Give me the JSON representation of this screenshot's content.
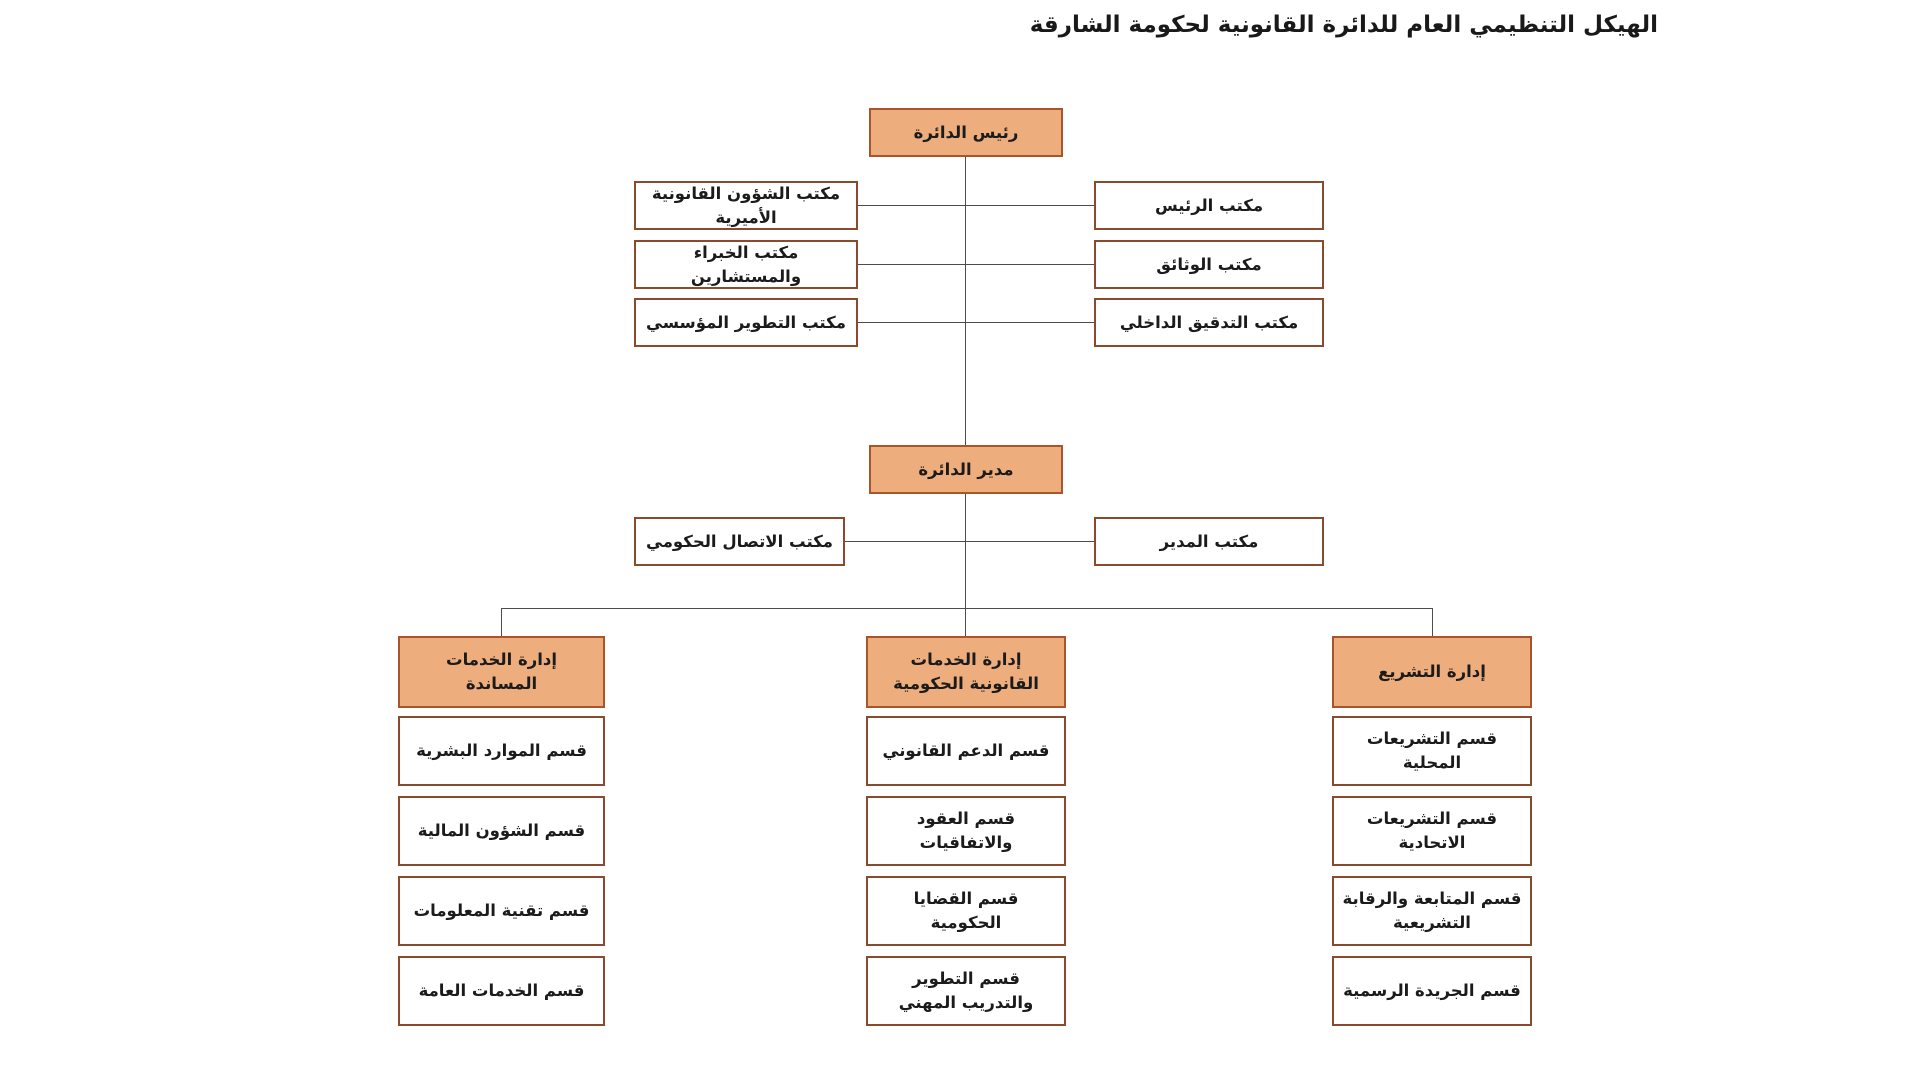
{
  "title": "الهيكل التنظيمي العام للدائرة القانونية لحكومة الشارقة",
  "colors": {
    "orange_box_fill": "#EDAD7C",
    "orange_box_border": "#A8552C",
    "white_box_fill": "#FFFFFF",
    "white_box_border": "#8A4A2E",
    "connector": "#4D4D4D",
    "text": "#1B1B1B",
    "background": "#FFFFFF"
  },
  "org": {
    "root": "رئيس الدائرة",
    "head_offices_left": [
      "مكتب الشؤون القانونية الأميرية",
      "مكتب الخبراء والمستشارين",
      "مكتب التطوير المؤسسي"
    ],
    "head_offices_right": [
      "مكتب الرئيس",
      "مكتب الوثائق",
      "مكتب التدقيق الداخلي"
    ],
    "director": "مدير الدائرة",
    "director_offices_left": [
      "مكتب الاتصال الحكومي"
    ],
    "director_offices_right": [
      "مكتب المدير"
    ],
    "departments": [
      {
        "label": "إدارة الخدمات المساندة",
        "sections": [
          "قسم الموارد البشرية",
          "قسم الشؤون المالية",
          "قسم تقنية المعلومات",
          "قسم الخدمات العامة"
        ]
      },
      {
        "label": "إدارة الخدمات القانونية الحكومية",
        "sections": [
          "قسم الدعم القانوني",
          "قسم العقود والاتفاقيات",
          "قسم القضايا الحكومية",
          "قسم التطوير والتدريب المهني"
        ]
      },
      {
        "label": "إدارة التشريع",
        "sections": [
          "قسم التشريعات المحلية",
          "قسم التشريعات الاتحادية",
          "قسم المتابعة والرقابة التشريعية",
          "قسم الجريدة الرسمية"
        ]
      }
    ]
  }
}
